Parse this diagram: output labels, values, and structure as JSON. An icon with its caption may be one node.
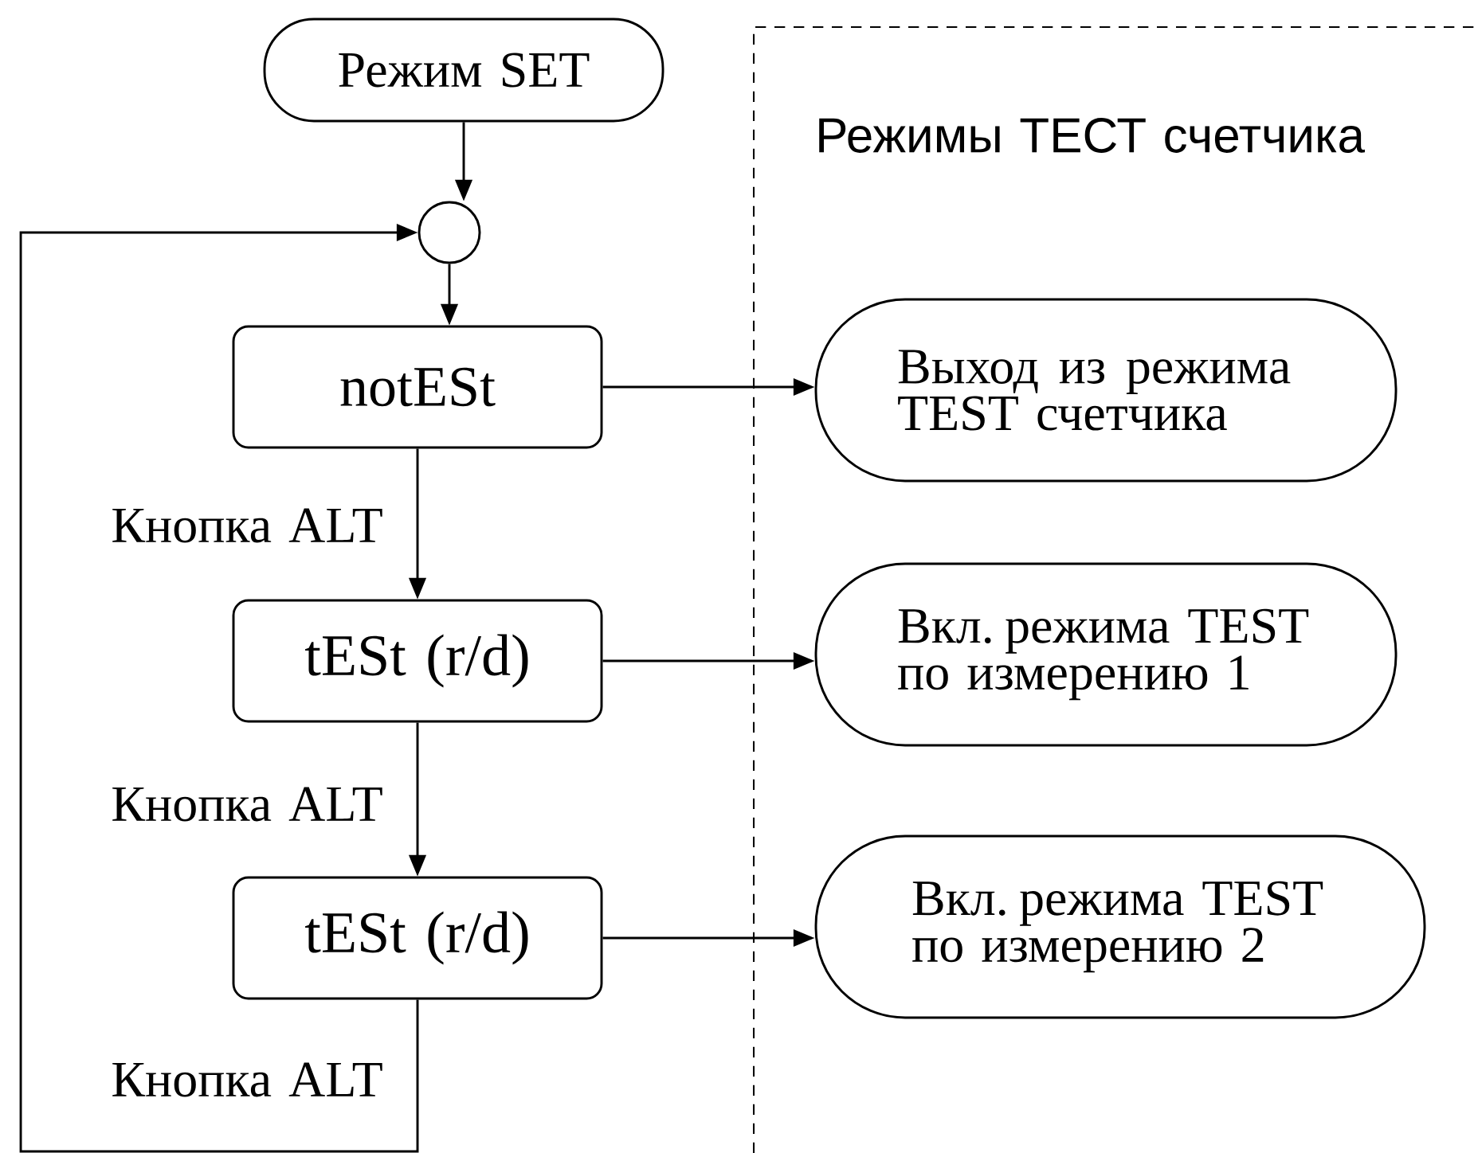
{
  "diagram": {
    "nodes": [
      {
        "text": [
          "Режим SET"
        ]
      },
      {
        "text": [],
        "shape": "circle"
      },
      {
        "text": [
          "notESt"
        ]
      },
      {
        "text": [
          "tESt (r/d)"
        ]
      },
      {
        "text": [
          "tESt (r/d)"
        ]
      },
      {
        "text": [
          "Режимы ТЕСТ счетчика"
        ]
      },
      {
        "text": [
          "Выход из режима TEST счетчика"
        ],
        "in": 5
      },
      {
        "text": [
          "Вкл. режима TEST по измерению 1"
        ],
        "in": 5
      },
      {
        "text": [
          "Вкл. режима TEST по измерению 2"
        ],
        "in": 5
      }
    ],
    "edges": [
      {
        "from": 0,
        "to": 1,
        "arrow": "to"
      },
      {
        "from": 1,
        "to": 2,
        "arrow": "to"
      },
      {
        "from": 2,
        "to": 3,
        "arrow": "to",
        "label": "Кнопка ALT"
      },
      {
        "from": 3,
        "to": 4,
        "arrow": "to",
        "label": "Кнопка ALT"
      },
      {
        "from": 4,
        "to": 1,
        "arrow": "to",
        "label": "Кнопка ALT"
      },
      {
        "from": 2,
        "to": 6,
        "arrow": "to"
      },
      {
        "from": 3,
        "to": 7,
        "arrow": "to"
      },
      {
        "from": 4,
        "to": 8,
        "arrow": "to"
      }
    ]
  }
}
